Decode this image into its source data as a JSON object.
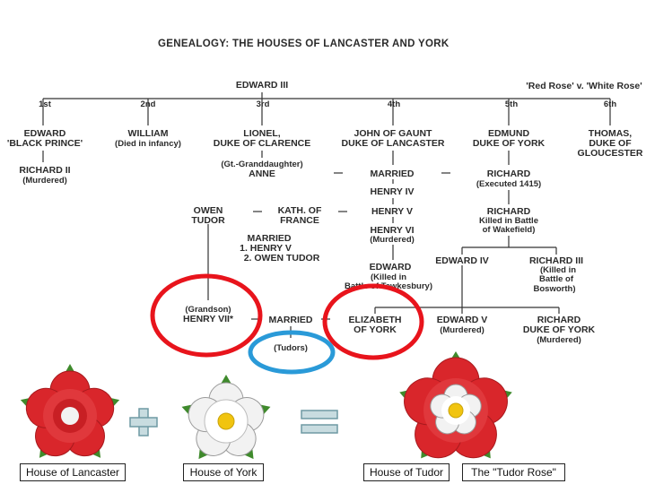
{
  "title": "GENEALOGY: THE HOUSES OF LANCASTER AND YORK",
  "root": "EDWARD III",
  "rose_war_label": "'Red Rose' v. 'White Rose'",
  "sons_order": [
    "1st",
    "2nd",
    "3rd",
    "4th",
    "5th",
    "6th"
  ],
  "people": {
    "edward_black_prince": [
      "EDWARD",
      "'BLACK PRINCE'"
    ],
    "william": [
      "WILLIAM",
      "(Died in infancy)"
    ],
    "lionel": [
      "LIONEL,",
      "DUKE OF CLARENCE"
    ],
    "john_of_gaunt": [
      "JOHN OF GAUNT",
      "DUKE OF LANCASTER"
    ],
    "edmund": [
      "EDMUND",
      "DUKE OF YORK"
    ],
    "thomas": [
      "THOMAS,",
      "DUKE OF",
      "GLOUCESTER"
    ],
    "richard_ii": [
      "RICHARD II",
      "(Murdered)"
    ],
    "anne": [
      "(Gt.-Granddaughter)",
      "ANNE"
    ],
    "married_1": "MARRIED",
    "richard_executed": [
      "RICHARD",
      "(Executed 1415)"
    ],
    "henry_iv": "HENRY IV",
    "owen_tudor": [
      "OWEN",
      "TUDOR"
    ],
    "kath_of_france": [
      "KATH. OF",
      "FRANCE"
    ],
    "henry_v": "HENRY V",
    "richard_wakefield": [
      "RICHARD",
      "Killed in Battle",
      "of Wakefield)"
    ],
    "henry_vi": [
      "HENRY VI",
      "(Murdered)"
    ],
    "kath_married": [
      "MARRIED",
      "1. HENRY V",
      "2. OWEN TUDOR"
    ],
    "edward_prince": [
      "EDWARD",
      "(Killed in",
      "Battle of Tewkesbury)"
    ],
    "edward_iv": "EDWARD IV",
    "richard_iii": [
      "RICHARD III",
      "(Killed in",
      "Battle of",
      "Bosworth)"
    ],
    "henry_vii": [
      "(Grandson)",
      "HENRY VII*"
    ],
    "married_2": "MARRIED",
    "tudors": "(Tudors)",
    "elizabeth": [
      "ELIZABETH",
      "OF YORK"
    ],
    "edward_v": [
      "EDWARD V",
      "(Murdered)"
    ],
    "richard_york": [
      "RICHARD",
      "DUKE OF YORK",
      "(Murdered)"
    ]
  },
  "captions": [
    "House of Lancaster",
    "House of York",
    "House of Tudor",
    "The \"Tudor Rose\""
  ],
  "colors": {
    "highlight_red": "#e8141c",
    "highlight_blue": "#2a9ad8",
    "symbol_fill": "#c8dce0",
    "symbol_stroke": "#6f9aa4",
    "lancaster_red": "#d9262b",
    "york_white": "#f2f2f2",
    "leaf_green": "#3f8a2c",
    "seed_yellow": "#f1c40f"
  },
  "icons": [
    "lancaster-red-rose-icon",
    "plus-icon",
    "york-white-rose-icon",
    "equals-icon",
    "tudor-rose-icon"
  ]
}
